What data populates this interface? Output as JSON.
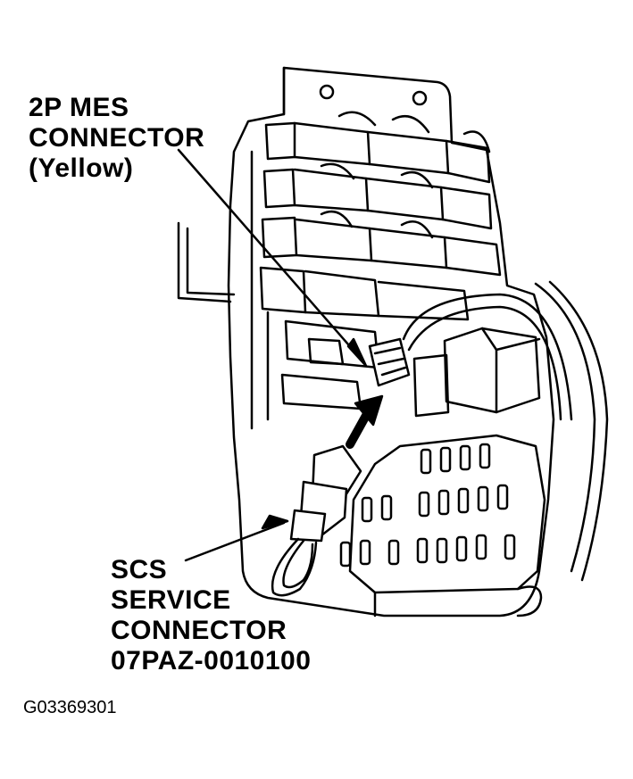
{
  "callouts": {
    "mes_connector": [
      "2P MES",
      "CONNECTOR",
      "(Yellow)"
    ],
    "scs_connector": [
      "SCS",
      "SERVICE",
      "CONNECTOR",
      "07PAZ-0010100"
    ]
  },
  "figure_id": "G03369301",
  "colors": {
    "line": "#000000",
    "background": "#ffffff"
  }
}
